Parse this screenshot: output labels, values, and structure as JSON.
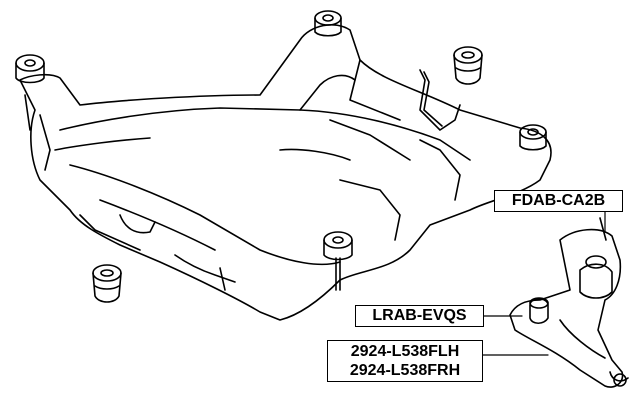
{
  "labels": {
    "fdab": "FDAB-CA2B",
    "lrab": "LRAB-EVQS",
    "part_lh": "2924-L538FLH",
    "part_rh": "2924-L538FRH"
  },
  "colors": {
    "line": "#000000",
    "background": "#ffffff"
  }
}
